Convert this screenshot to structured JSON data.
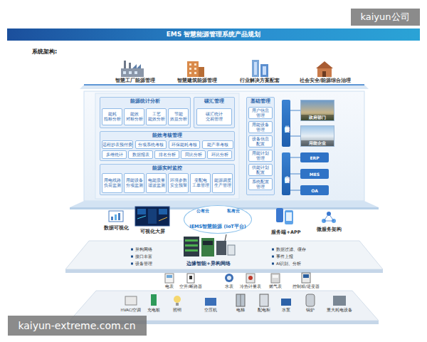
{
  "diagram": {
    "title": "EMS 智慧能源管理系统产品规划",
    "nodes": [
      {
        "text": [
          "能源统计分析"
        ]
      },
      {
        "text": [
          "能耗 指标分析"
        ],
        "in": 0
      },
      {
        "text": [
          "能效 对标分析"
        ],
        "in": 0
      },
      {
        "text": [
          "工艺 能效分析"
        ],
        "in": 0
      },
      {
        "text": [
          "节能 效益分析"
        ],
        "in": 0
      },
      {
        "text": [
          "碳汇管理"
        ]
      },
      {
        "text": [
          "碳汇统计 交易管理"
        ],
        "in": 5
      },
      {
        "text": [
          "能效考核管理"
        ]
      },
      {
        "text": [
          "远程抄表预付费"
        ],
        "in": 7
      },
      {
        "text": [
          "分项系统考核"
        ],
        "in": 7
      },
      {
        "text": [
          "环保能耗考核"
        ],
        "in": 7
      },
      {
        "text": [
          "能产率考核"
        ],
        "in": 7
      },
      {
        "text": [
          "多维统计"
        ],
        "in": 7
      },
      {
        "text": [
          "数据报表"
        ],
        "in": 7
      },
      {
        "text": [
          "排名分析"
        ],
        "in": 7
      },
      {
        "text": [
          "同比分析"
        ],
        "in": 7
      },
      {
        "text": [
          "环比分析"
        ],
        "in": 7
      },
      {
        "text": [
          "能源实时监控"
        ]
      },
      {
        "text": [
          "用电线路 负荷监测"
        ],
        "in": 17
      },
      {
        "text": [
          "用能设备 分项监测"
        ],
        "in": 17
      },
      {
        "text": [
          "电能质量 谐波监测"
        ],
        "in": 17
      },
      {
        "text": [
          "环境参数 安全预警"
        ],
        "in": 17
      },
      {
        "text": [
          "变配电 工单管理"
        ],
        "in": 17
      },
      {
        "text": [
          "能源调度 生产管理"
        ],
        "in": 17
      },
      {
        "text": [
          "基础管理"
        ]
      },
      {
        "text": [
          "用户信息 管理"
        ],
        "in": 24
      },
      {
        "text": [
          "用能设备 管理"
        ],
        "in": 24
      },
      {
        "text": [
          "设备信息 配置"
        ],
        "in": 24
      },
      {
        "text": [
          "用能计划 管理"
        ],
        "in": 24
      },
      {
        "text": [
          "供能计划 配置"
        ],
        "in": 24
      },
      {
        "text": [
          "系统配置 管理"
        ],
        "in": 24
      },
      {
        "text": [
          "外部接口"
        ]
      },
      {
        "text": [
          "内部接口"
        ]
      },
      {
        "text": [
          "政府部门"
        ]
      },
      {
        "text": [
          "用能企业"
        ]
      },
      {
        "text": [
          "ERP"
        ]
      },
      {
        "text": [
          "MES"
        ]
      },
      {
        "text": [
          "OA"
        ]
      },
      {
        "text": [
          "IEMS智慧能源 (IoT平台)"
        ]
      }
    ],
    "edges": [
      {
        "from": 31,
        "to": 33,
        "arrow": "none"
      },
      {
        "from": 31,
        "to": 34,
        "arrow": "none"
      },
      {
        "from": 32,
        "to": 35,
        "arrow": "none"
      },
      {
        "from": 32,
        "to": 36,
        "arrow": "none"
      },
      {
        "from": 32,
        "to": 37,
        "arrow": "none"
      }
    ],
    "labels": [
      "kaiyun公司",
      "系统架构:",
      "智慧工厂能源管理",
      "智慧建筑能源管理",
      "行业解决方案配套",
      "社会安全/能源综合治理",
      "数据可视化",
      "可视化大屏",
      "公有云",
      "私有云",
      "服务端+APP",
      "微服务架构",
      "异构网络",
      "接口丰富",
      "设备管理",
      "数据过滤、缓存",
      "事件上报",
      "AI识别、分析",
      "边缘智能+异构网络",
      "电表",
      "空开/断路器",
      "水表",
      "冷热计量表",
      "燃气表",
      "控制箱/逆变器",
      "HVAC/空调",
      "充电桩",
      "照明",
      "空压机",
      "电梯",
      "配电柜",
      "水泵",
      "锅炉",
      "重大耗电设备",
      "kaiyun-extreme.com.cn"
    ]
  }
}
